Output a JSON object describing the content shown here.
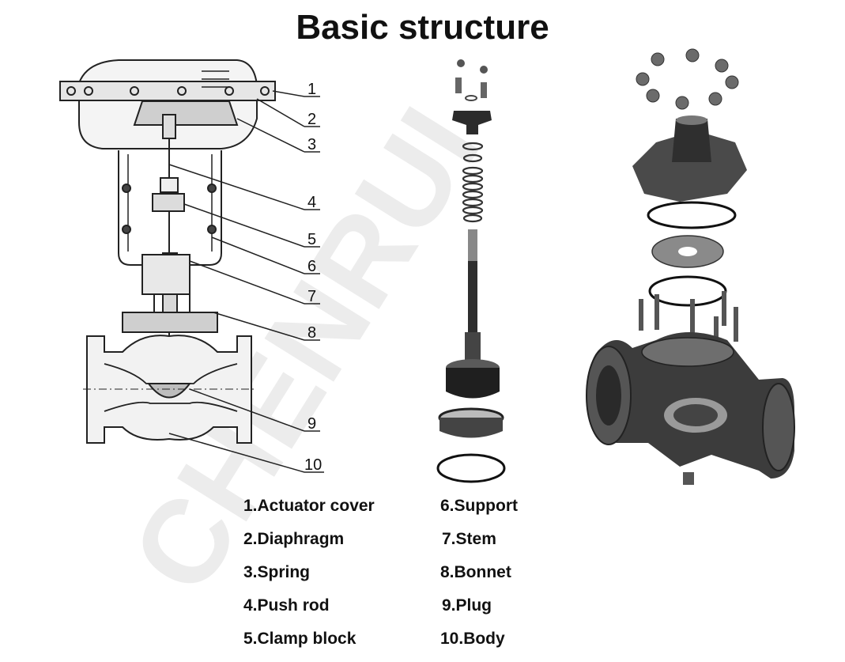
{
  "title": "Basic structure",
  "watermark": "CHENRUI",
  "callouts": [
    "1",
    "2",
    "3",
    "4",
    "5",
    "6",
    "7",
    "8",
    "9",
    "10"
  ],
  "legend": {
    "col1": [
      "1.Actuator cover",
      "2.Diaphragm",
      "3.Spring",
      "4.Push rod",
      "5.Clamp block"
    ],
    "col2": [
      "6.Support",
      "7.Stem",
      "8.Bonnet",
      "9.Plug",
      "10.Body"
    ]
  },
  "colors": {
    "line": "#222222",
    "metal_dark": "#3a3a3a",
    "metal_mid": "#7a7a7a",
    "watermark": "#e6e6e6"
  }
}
